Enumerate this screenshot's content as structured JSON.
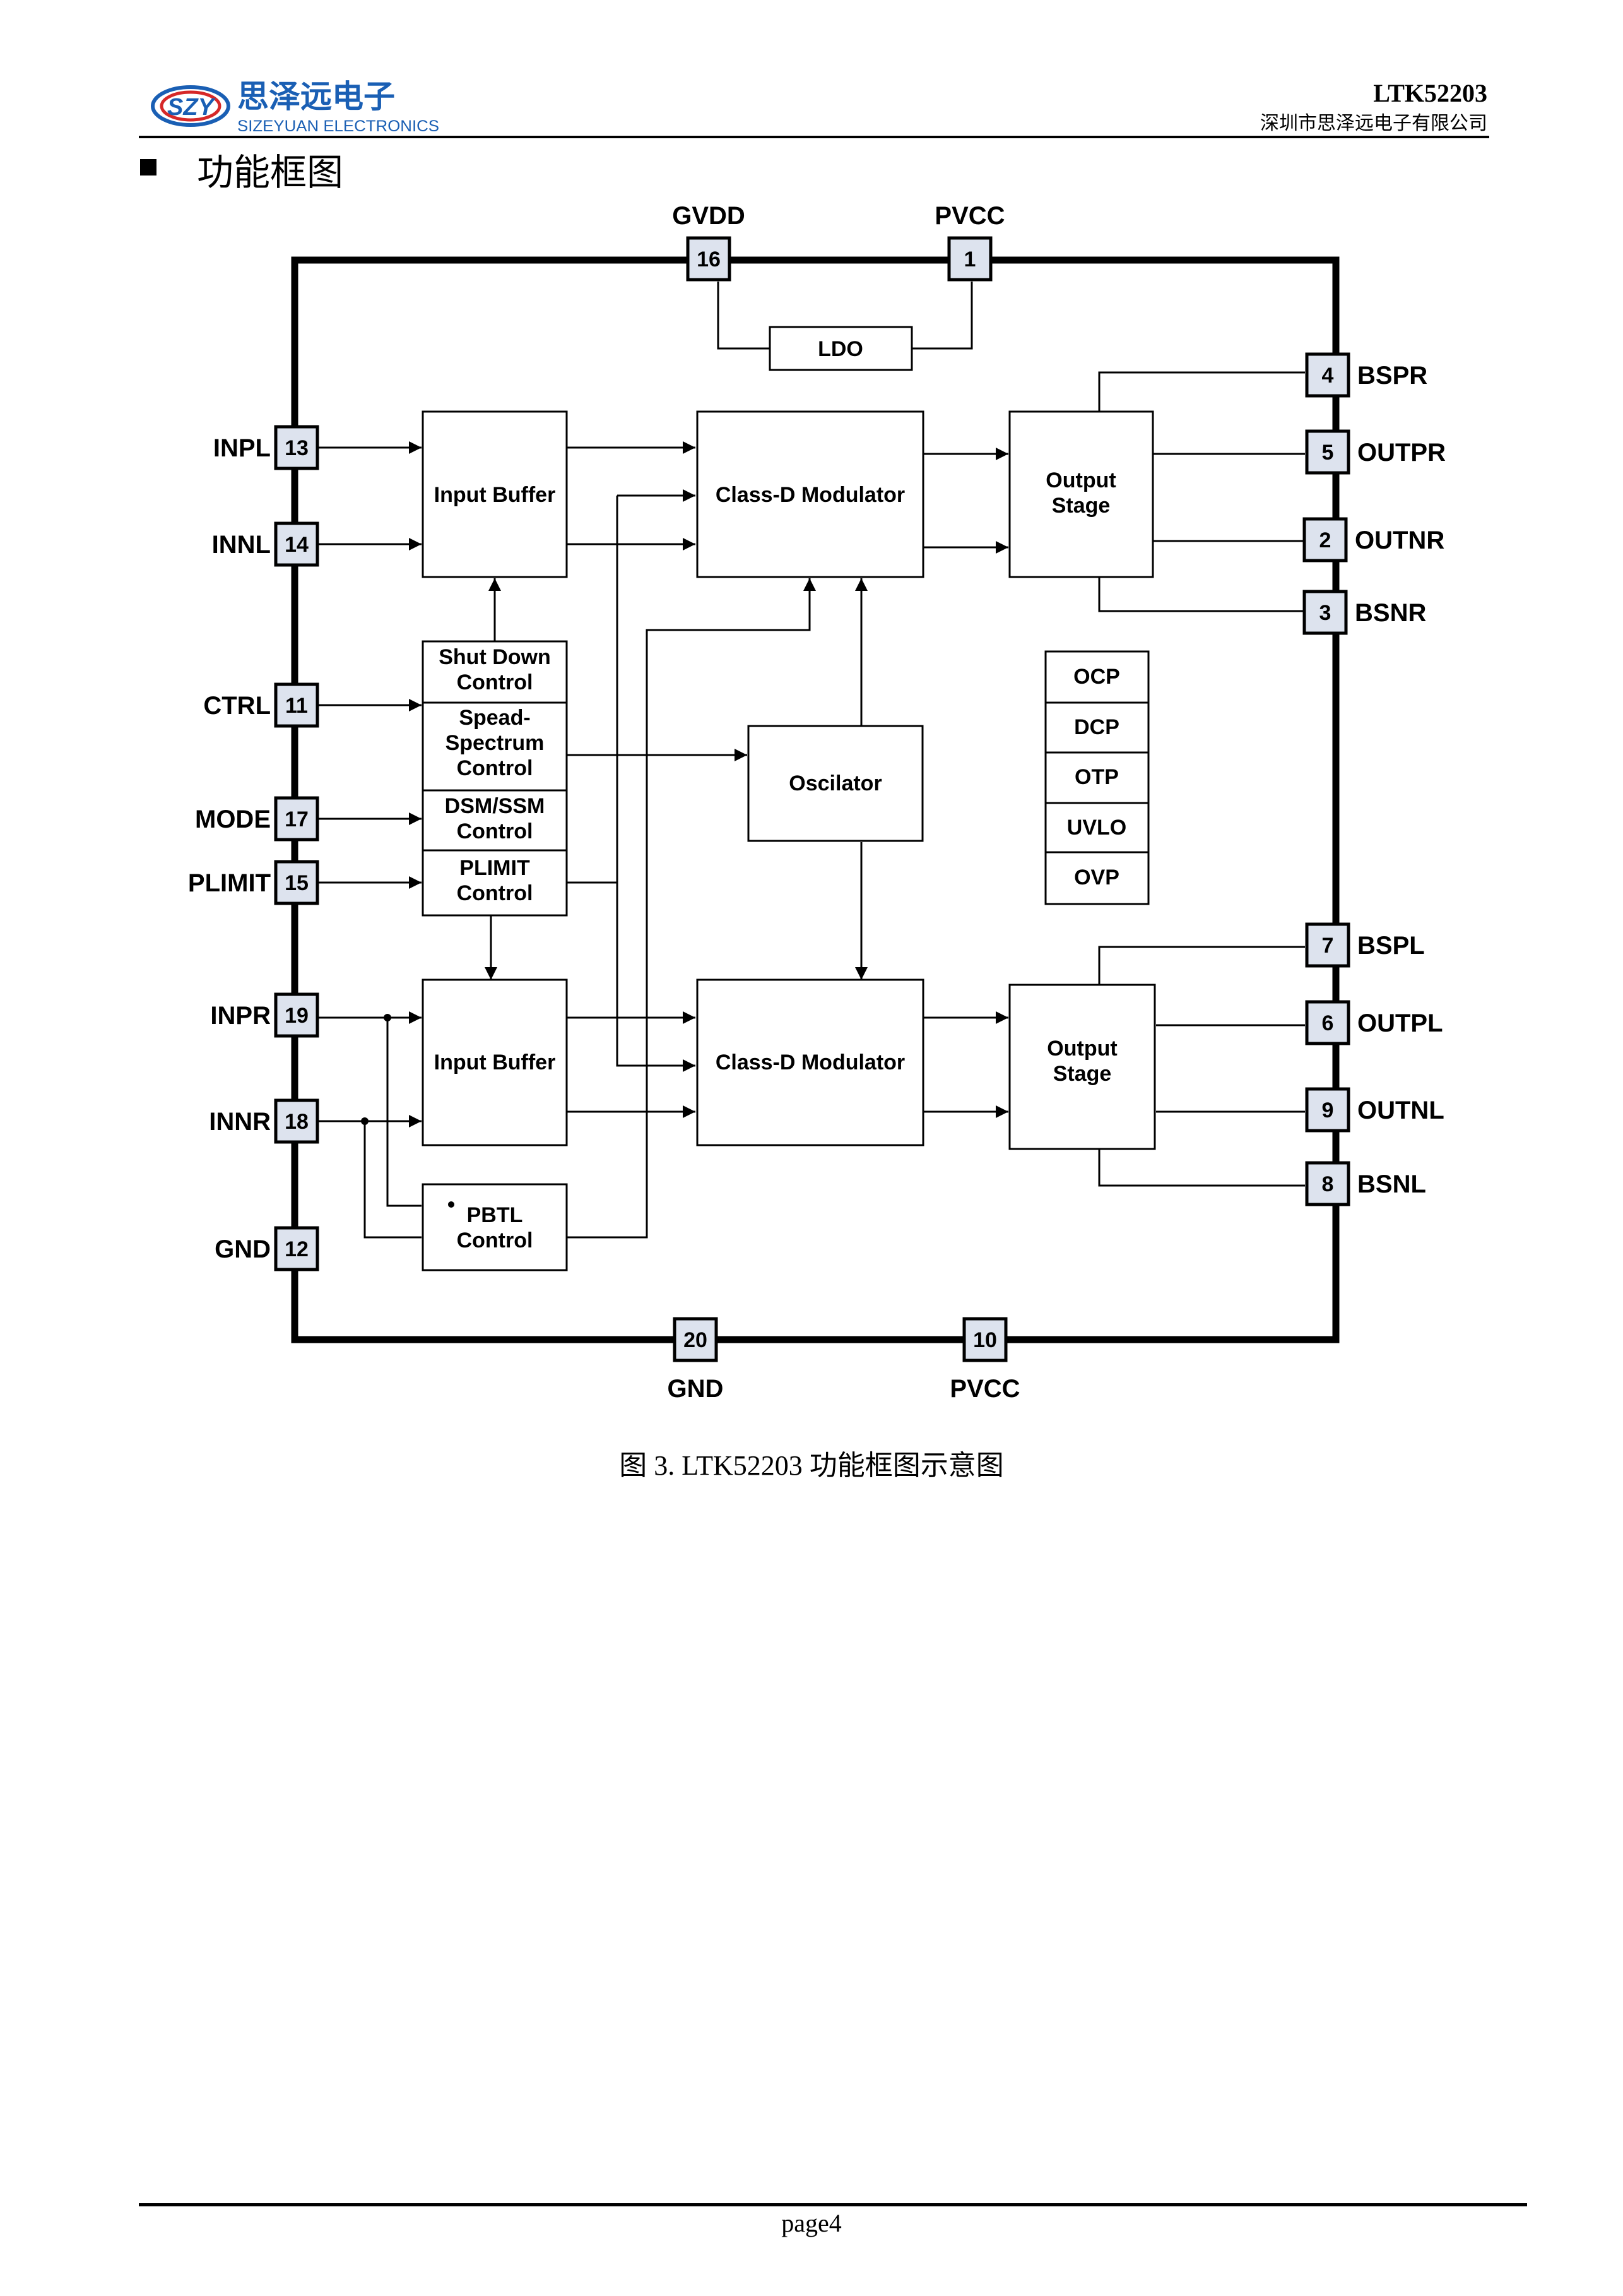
{
  "header": {
    "logo": {
      "abbr": "SZY",
      "name_cn": "思泽远电子",
      "name_en": "SIZEYUAN ELECTRONICS"
    },
    "doc_id": "LTK52203",
    "company": "深圳市思泽远电子有限公司"
  },
  "section": {
    "bullet": "■",
    "title": "功能框图"
  },
  "diagram": {
    "pins": [
      {
        "num": "16",
        "label": "GVDD"
      },
      {
        "num": "1",
        "label": "PVCC"
      },
      {
        "num": "13",
        "label": "INPL"
      },
      {
        "num": "14",
        "label": "INNL"
      },
      {
        "num": "11",
        "label": "CTRL"
      },
      {
        "num": "17",
        "label": "MODE"
      },
      {
        "num": "15",
        "label": "PLIMIT"
      },
      {
        "num": "19",
        "label": "INPR"
      },
      {
        "num": "18",
        "label": "INNR"
      },
      {
        "num": "12",
        "label": "GND"
      },
      {
        "num": "4",
        "label": "BSPR"
      },
      {
        "num": "5",
        "label": "OUTPR"
      },
      {
        "num": "2",
        "label": "OUTNR"
      },
      {
        "num": "3",
        "label": "BSNR"
      },
      {
        "num": "7",
        "label": "BSPL"
      },
      {
        "num": "6",
        "label": "OUTPL"
      },
      {
        "num": "9",
        "label": "OUTNL"
      },
      {
        "num": "8",
        "label": "BSNL"
      },
      {
        "num": "20",
        "label": "GND"
      },
      {
        "num": "10",
        "label": "PVCC"
      }
    ],
    "blocks": {
      "ldo": "LDO",
      "input_buffer": "Input Buffer",
      "modulator": "Class-D Modulator",
      "output_stage": [
        "Output",
        "Stage"
      ],
      "shutdown": [
        "Shut Down",
        "Control"
      ],
      "spread": [
        "Spead-",
        "Spectrum",
        "Control"
      ],
      "dsm": [
        "DSM/SSM",
        "Control"
      ],
      "plimit": [
        "PLIMIT",
        "Control"
      ],
      "oscillator": "Oscilator",
      "pbtl": [
        "PBTL",
        "Control"
      ],
      "protections": [
        "OCP",
        "DCP",
        "OTP",
        "UVLO",
        "OVP"
      ]
    }
  },
  "caption": "图 3. LTK52203  功能框图示意图",
  "footer": {
    "page": "page4"
  }
}
